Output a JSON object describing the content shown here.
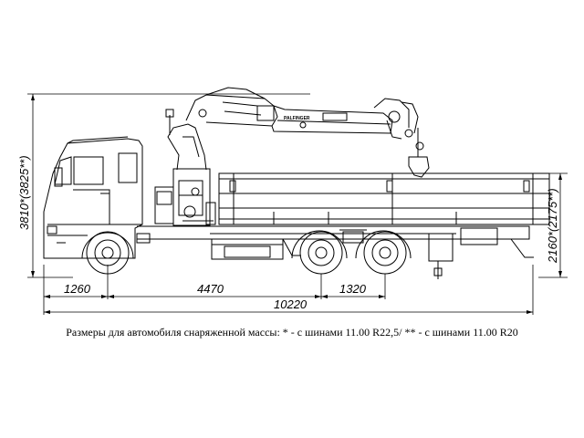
{
  "dimensions": {
    "front_overhang": "1260",
    "wheelbase_front": "4470",
    "bogie": "1320",
    "overall_length": "10220",
    "height_overall": "3810*(3825**)",
    "platform_height": "2160*(2175**)"
  },
  "crane_label": "PALFINGER",
  "caption": "Размеры для автомобиля снаряженной массы: * - с шинами 11.00 R22,5/ ** - с шинами 11.00 R20",
  "colors": {
    "line": "#000000",
    "background": "#ffffff"
  }
}
